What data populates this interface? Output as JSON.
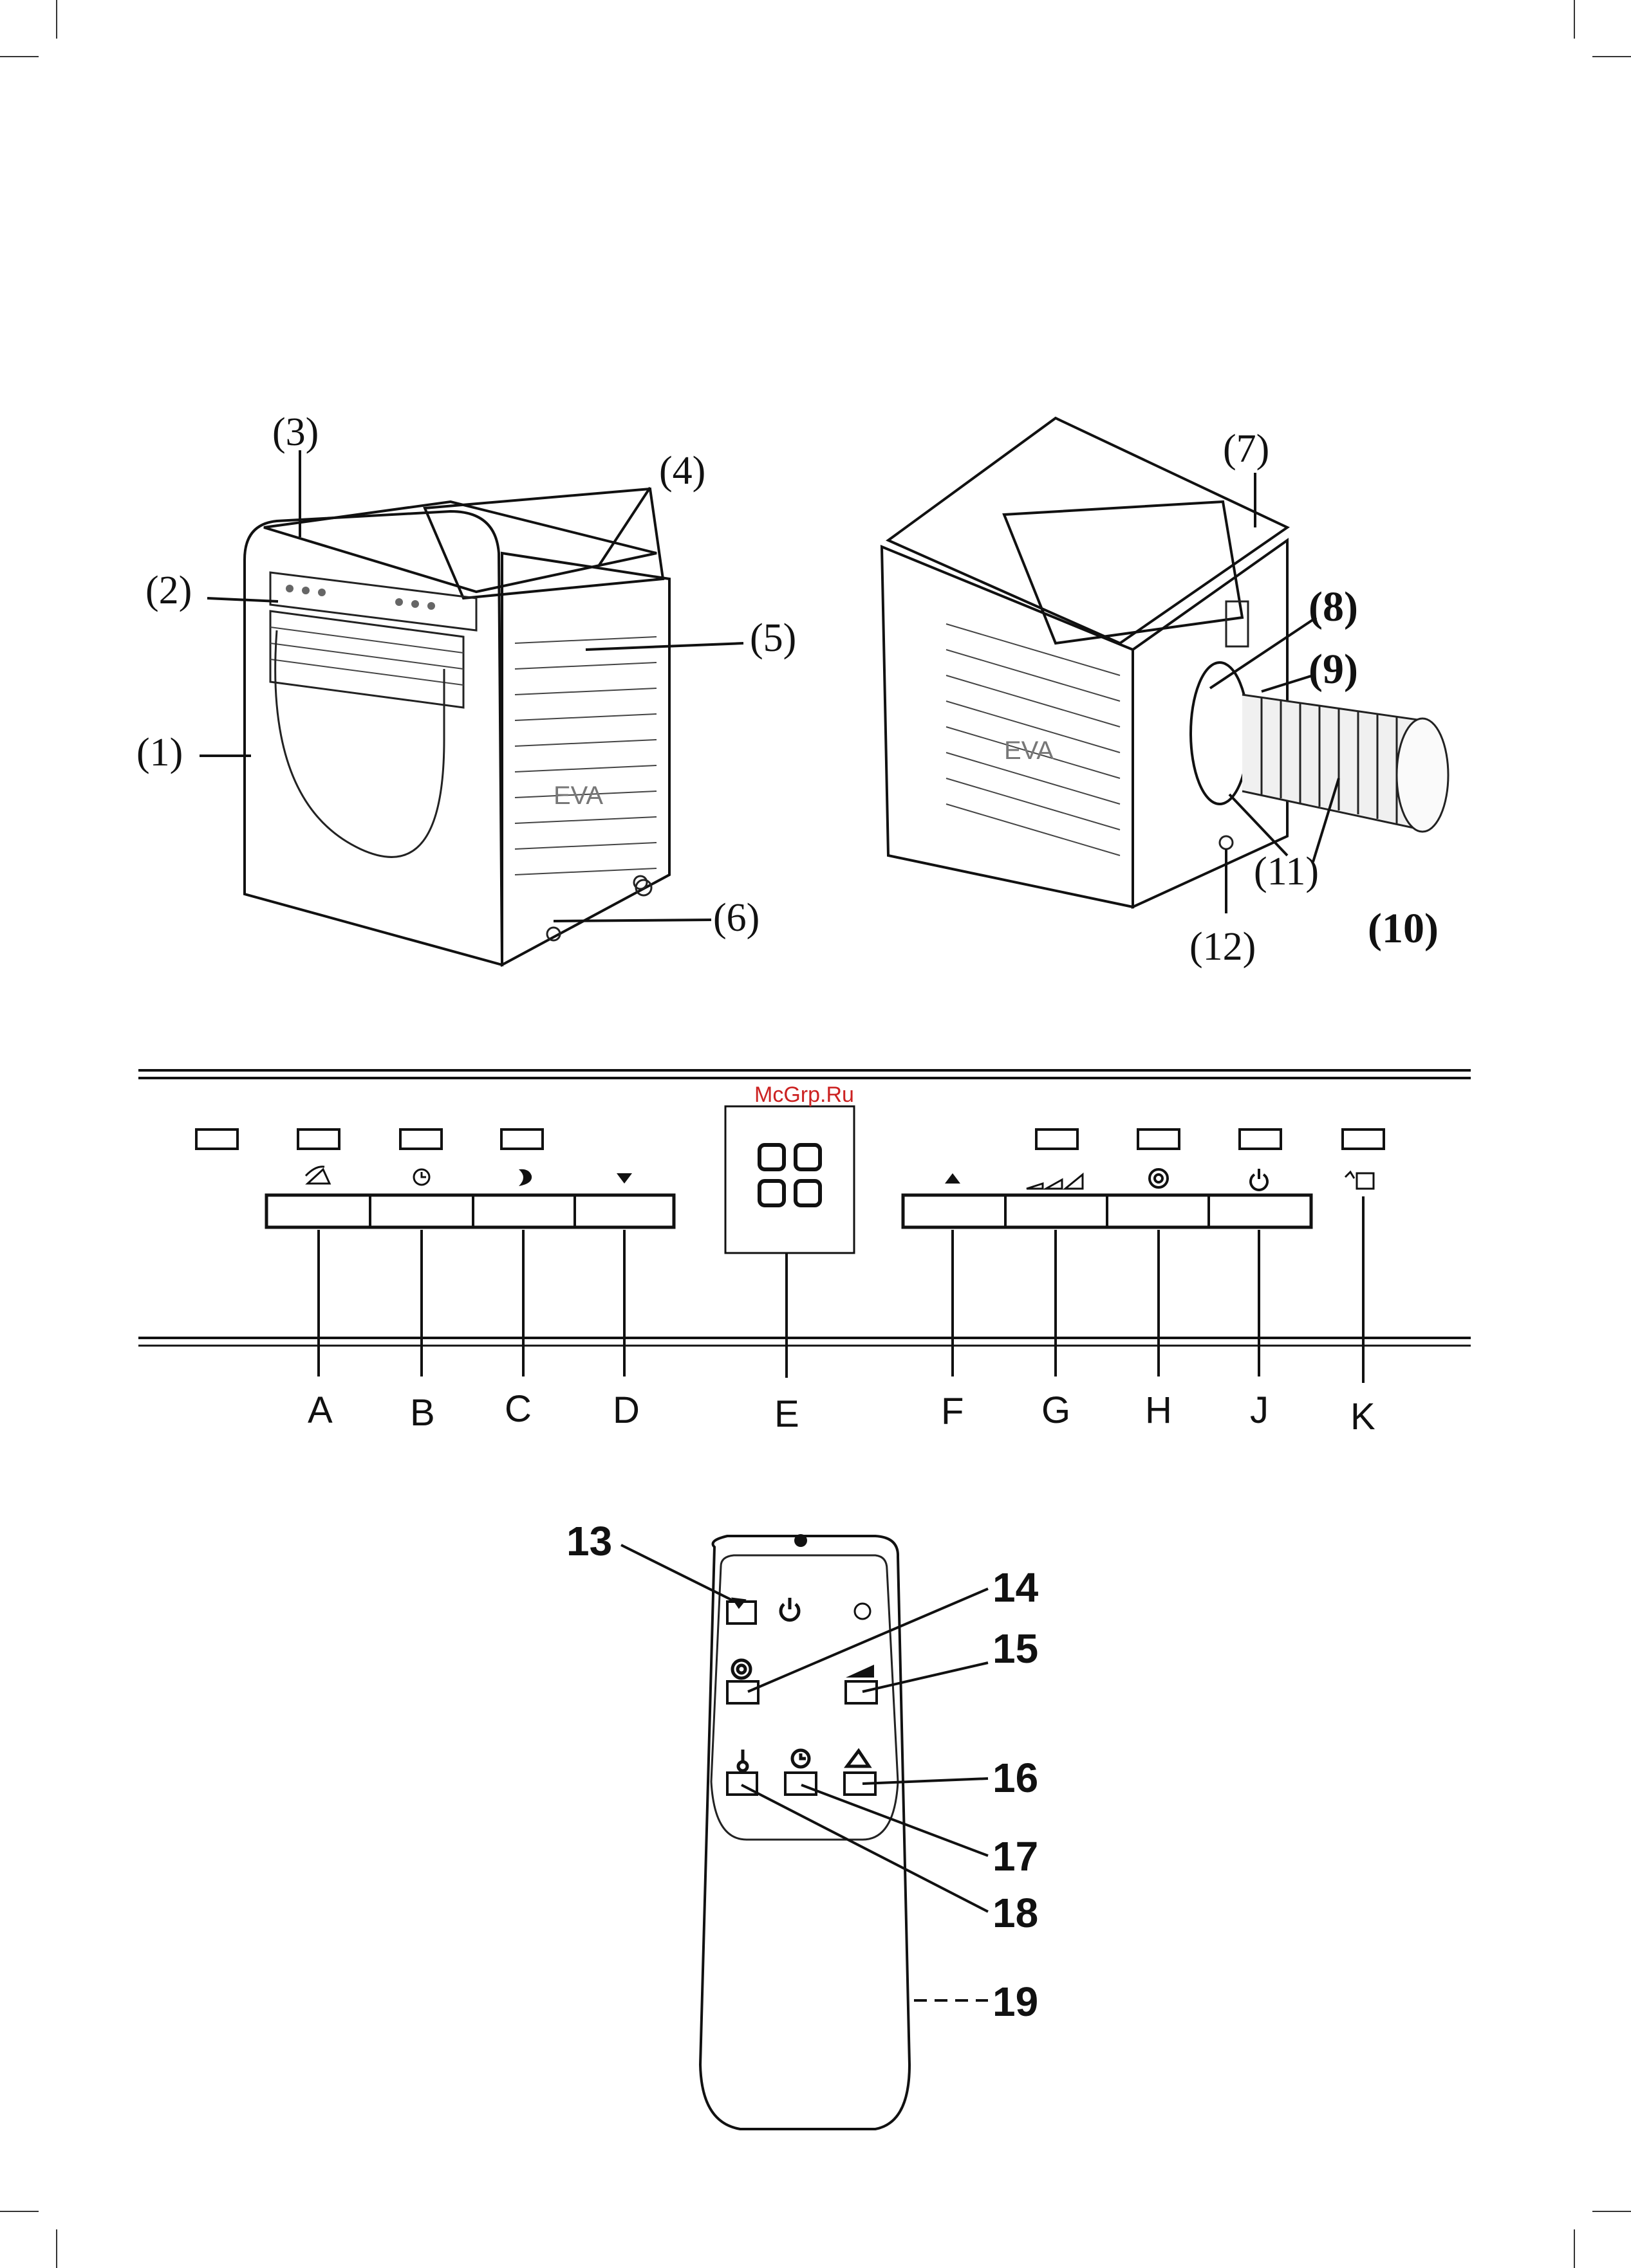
{
  "unit_callouts": {
    "c1": "(1)",
    "c2": "(2)",
    "c3": "(3)",
    "c4": "(4)",
    "c5": "(5)",
    "c6": "(6)",
    "c7": "(7)",
    "c8": "(8)",
    "c9": "(9)",
    "c10": "(10)",
    "c11": "(11)",
    "c12": "(12)"
  },
  "unit_brand_text": "EVA",
  "watermark": "McGrp.Ru",
  "control_panel": {
    "letters": [
      "A",
      "B",
      "C",
      "D",
      "E",
      "F",
      "G",
      "H",
      "J",
      "K"
    ],
    "icons": {
      "A": "swing-icon",
      "B": "timer-icon",
      "C": "sleep-moon-icon",
      "D": "down-triangle-icon",
      "E": "digital-display-icon",
      "F": "up-triangle-icon",
      "G": "fan-speed-icon",
      "H": "mode-icon",
      "J": "power-icon",
      "K": "water-tank-full-icon"
    }
  },
  "remote": {
    "labels": [
      "13",
      "14",
      "15",
      "16",
      "17",
      "18",
      "19"
    ],
    "icons": [
      "power-icon",
      "led-indicator-icon",
      "mode-icon",
      "fan-speed-icon",
      "temperature-icon",
      "timer-icon",
      "swing-icon"
    ]
  }
}
